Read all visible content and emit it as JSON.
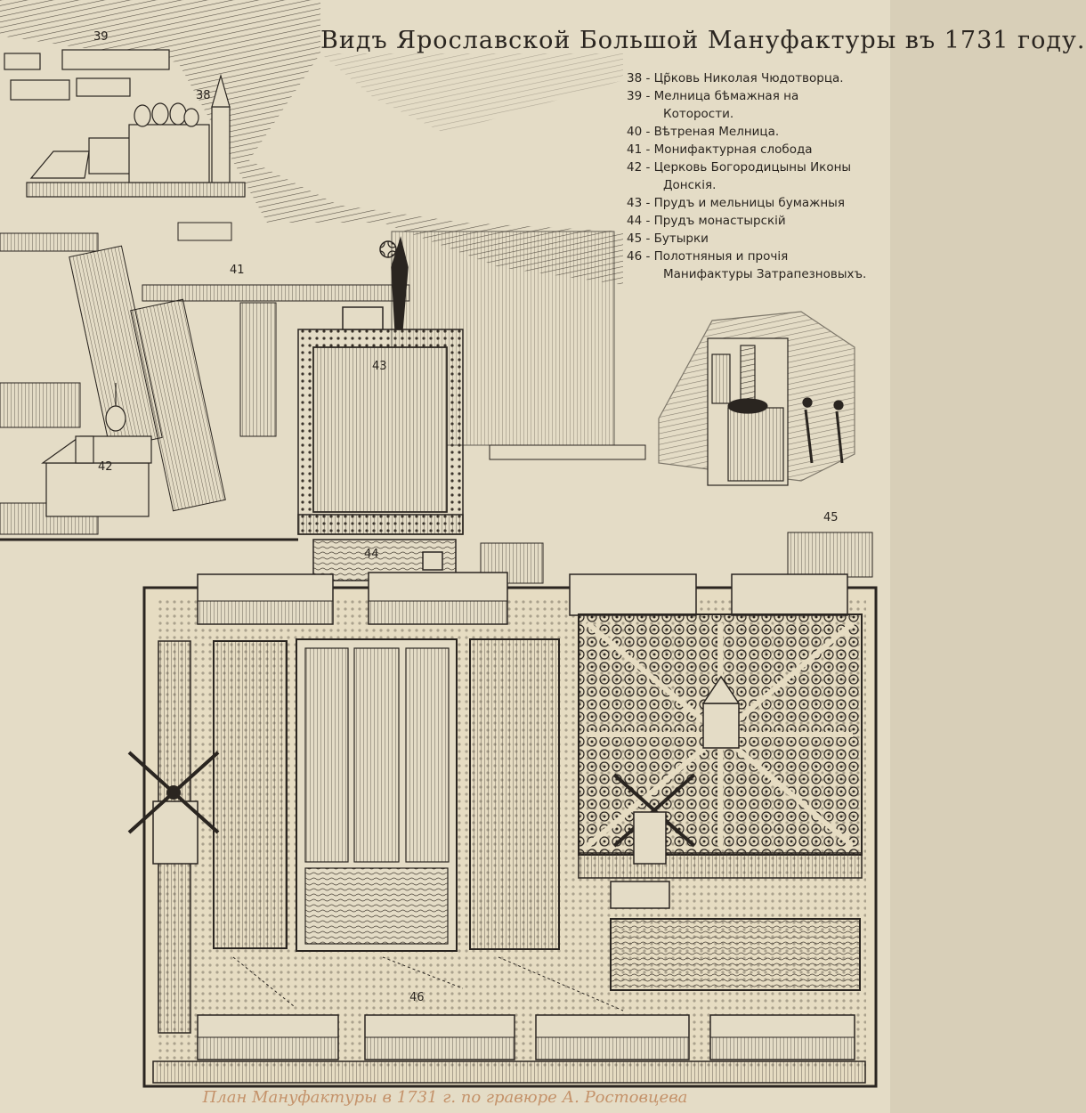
{
  "title": "Видъ Ярославской Большой Мануфактуры въ 1731 году.",
  "legend": [
    {
      "num": "38",
      "text": "Цр̃ковь Николая Чюдотворца."
    },
    {
      "num": "39",
      "text": "Мелница бѣмажная на",
      "cont": "Которости."
    },
    {
      "num": "40",
      "text": "Вѣтреная Мелница."
    },
    {
      "num": "41",
      "text": "Монифактурная слобода"
    },
    {
      "num": "42",
      "text": "Церковь Богородицыны Иконы",
      "cont": "Донскія."
    },
    {
      "num": "43",
      "text": "Прудъ и мельницы бумажныя"
    },
    {
      "num": "44",
      "text": "Прудъ монастырскій"
    },
    {
      "num": "45",
      "text": "Бутырки"
    },
    {
      "num": "46",
      "text": "Полотняныя и прочія",
      "cont": "Манифактуры Затрапезновыхъ."
    }
  ],
  "map_labels": {
    "n38": "38",
    "n39": "39",
    "n41": "41",
    "n42": "42",
    "n43": "43",
    "n44": "44",
    "n45": "45",
    "n46": "46"
  },
  "caption": "План Мануфактуры в 1731 г. по гравюре А. Ростовцева",
  "colors": {
    "paper": "#e4dcc6",
    "ink": "#2a2520",
    "caption": "#c4926a"
  }
}
